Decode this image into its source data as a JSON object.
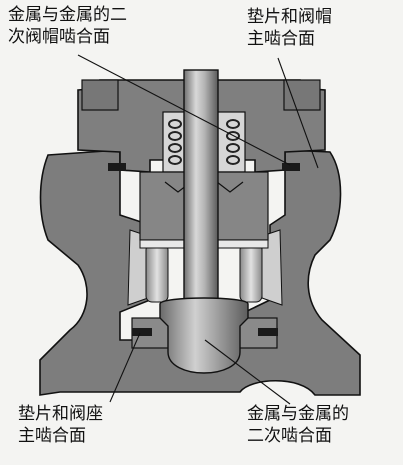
{
  "labels": {
    "top_left": {
      "line1": "金属与金属的二",
      "line2": "次阀帽啮合面"
    },
    "top_right": {
      "line1": "垫片和阀帽",
      "line2": "主啮合面"
    },
    "bottom_left": {
      "line1": "垫片和阀座",
      "line2": "主啮合面"
    },
    "bottom_right": {
      "line1": "金属与金属的",
      "line2": "二次啮合面"
    }
  },
  "colors": {
    "background": "#f4f4f2",
    "body": "#7d7d7d",
    "body_dark": "#5e5e5e",
    "stem": "#a9a9a9",
    "gasket": "#1a1a1a",
    "outline": "#111111"
  }
}
